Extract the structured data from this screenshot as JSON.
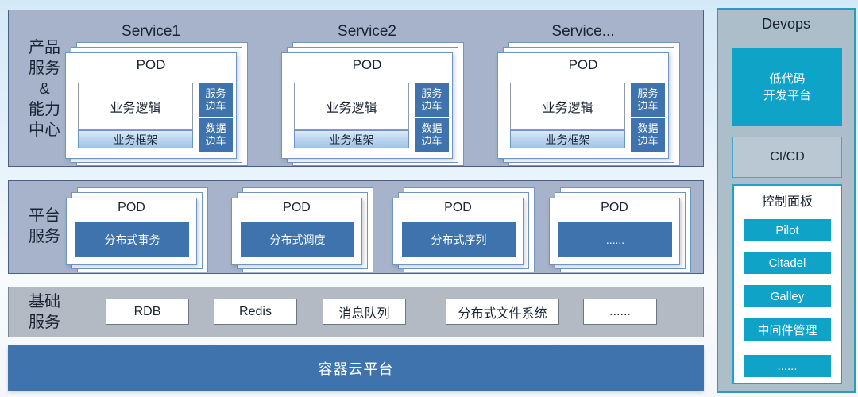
{
  "palette": {
    "section_bg": "#a6b3ca",
    "base_bg": "#b4bac3",
    "steel_blue": "#3e73ad",
    "teal": "#0fa3c8",
    "dark_text": "#1b2434"
  },
  "product": {
    "label": "产品\n服务\n&\n能力\n中心",
    "services": [
      {
        "title": "Service1",
        "pod_label": "POD",
        "logic": "业务逻辑",
        "framework": "业务框架",
        "sidecar_service": "服务\n边车",
        "sidecar_data": "数据\n边车"
      },
      {
        "title": "Service2",
        "pod_label": "POD",
        "logic": "业务逻辑",
        "framework": "业务框架",
        "sidecar_service": "服务\n边车",
        "sidecar_data": "数据\n边车"
      },
      {
        "title": "Service...",
        "pod_label": "POD",
        "logic": "业务逻辑",
        "framework": "业务框架",
        "sidecar_service": "服务\n边车",
        "sidecar_data": "数据\n边车"
      }
    ]
  },
  "platform": {
    "label": "平台\n服务",
    "pods": [
      {
        "pod_label": "POD",
        "name": "分布式事务"
      },
      {
        "pod_label": "POD",
        "name": "分布式调度"
      },
      {
        "pod_label": "POD",
        "name": "分布式序列"
      },
      {
        "pod_label": "POD",
        "name": "......"
      }
    ]
  },
  "base": {
    "label": "基础\n服务",
    "items": [
      "RDB",
      "Redis",
      "消息队列",
      "分布式文件系统",
      "......"
    ]
  },
  "container_bar": {
    "label": "容器云平台"
  },
  "devops": {
    "title": "Devops",
    "lowcode": "低代码\n开发平台",
    "cicd": "CI/CD",
    "panel_title": "控制面板",
    "buttons": [
      "Pilot",
      "Citadel",
      "Galley",
      "中间件管理",
      "......"
    ]
  }
}
